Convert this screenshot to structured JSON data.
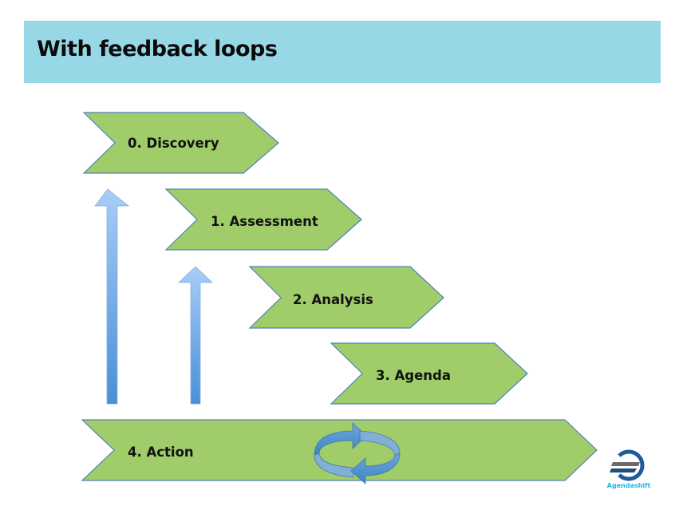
{
  "header": {
    "title": "With feedback loops"
  },
  "stages": [
    {
      "label": "0. Discovery"
    },
    {
      "label": "1. Assessment"
    },
    {
      "label": "2. Analysis"
    },
    {
      "label": "3. Agenda"
    },
    {
      "label": "4. Action"
    }
  ],
  "feedback_arrows": [
    {
      "from": "4. Action",
      "to": "0. Discovery"
    },
    {
      "from": "4. Action",
      "to": "1. Assessment"
    }
  ],
  "cycle_icon": "cycle-arrows-icon",
  "logo": {
    "text": "Agendashift"
  },
  "colors": {
    "header_bg": "#98d8e6",
    "chevron_fill": "#a0cc6a",
    "chevron_stroke": "#4f81bd",
    "arrow_blue": "#5b9bd5",
    "logo_blue": "#1fb4e8",
    "logo_dark": "#1f4e79"
  }
}
